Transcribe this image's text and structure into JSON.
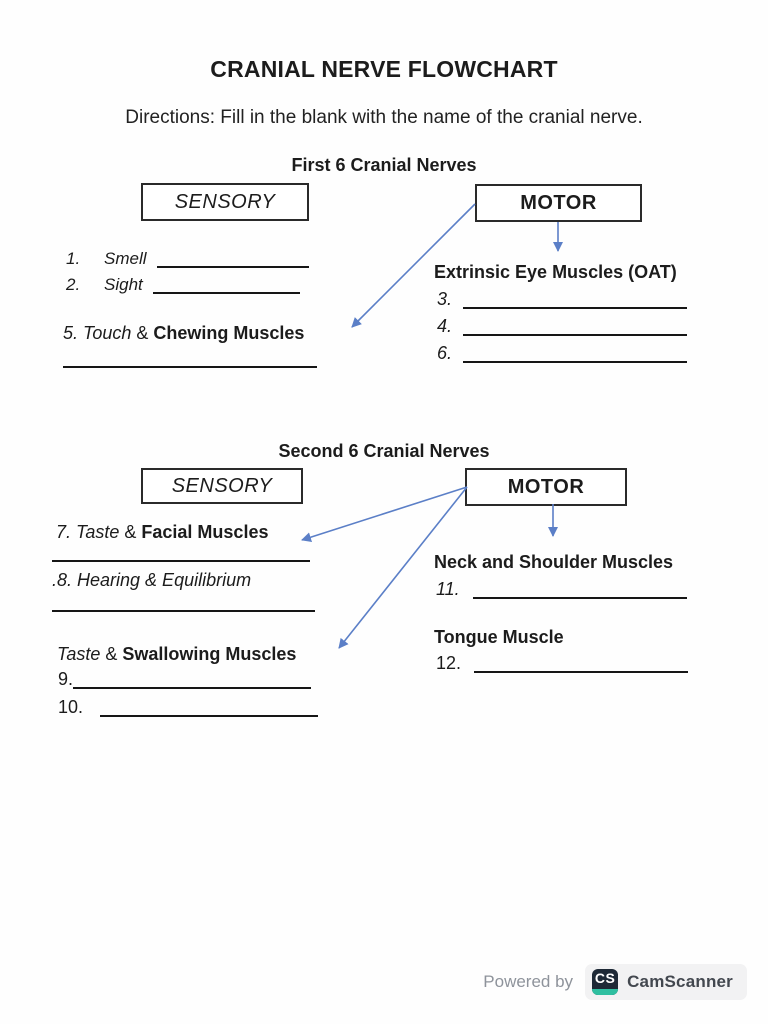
{
  "document": {
    "title": "CRANIAL NERVE FLOWCHART",
    "directions": "Directions: Fill in the blank with the name of the cranial nerve."
  },
  "section1": {
    "heading": "First 6 Cranial Nerves",
    "sensory_box": "SENSORY",
    "motor_box": "MOTOR",
    "sensory_items": [
      {
        "num": "1.",
        "label": "Smell"
      },
      {
        "num": "2.",
        "label": "Sight"
      }
    ],
    "touch_item": {
      "italic": "5. Touch",
      "amp": "&",
      "bold": "Chewing Muscles"
    },
    "motor_heading": "Extrinsic Eye Muscles (OAT)",
    "motor_items": [
      {
        "num": "3."
      },
      {
        "num": "4."
      },
      {
        "num": "6."
      }
    ]
  },
  "section2": {
    "heading": "Second 6 Cranial Nerves",
    "sensory_box": "SENSORY",
    "motor_box": "MOTOR",
    "facial_item": {
      "italic": "7. Taste",
      "amp": "&",
      "bold": "Facial Muscles"
    },
    "hearing_item": ".8. Hearing & Equilibrium",
    "swallow_item": {
      "italic": "Taste",
      "amp": "&",
      "bold": "Swallowing Muscles"
    },
    "swallow_nums": [
      {
        "num": "9."
      },
      {
        "num": "10."
      }
    ],
    "neck_heading": "Neck and Shoulder Muscles",
    "neck_num": "11.",
    "tongue_heading": "Tongue Muscle",
    "tongue_num": "12."
  },
  "footer": {
    "powered_by": "Powered by",
    "brand": "CamScanner",
    "logo": "CS"
  },
  "colors": {
    "arrow_blue": "#5b7fc7",
    "ink": "#1c1c1c",
    "logo_navy": "#1e2936",
    "logo_teal": "#2fbfa0"
  }
}
